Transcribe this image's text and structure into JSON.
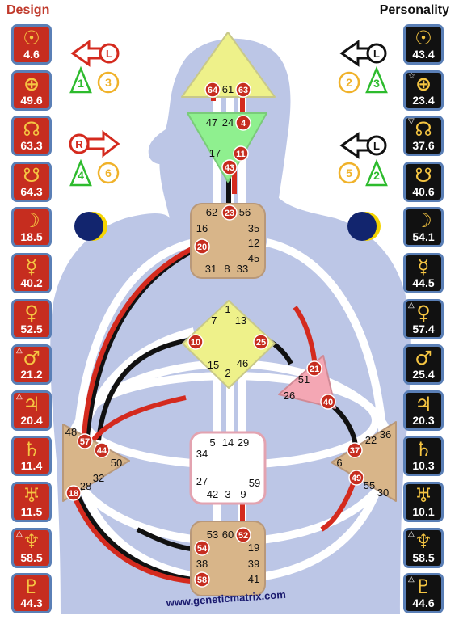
{
  "headers": {
    "design": "Design",
    "personality": "Personality"
  },
  "design_planets": [
    {
      "symbol": "☉",
      "value": "4.6",
      "mark": ""
    },
    {
      "symbol": "⊕",
      "value": "49.6",
      "mark": ""
    },
    {
      "symbol": "☊",
      "value": "63.3",
      "mark": ""
    },
    {
      "symbol": "☋",
      "value": "64.3",
      "mark": ""
    },
    {
      "symbol": "☽",
      "value": "18.5",
      "mark": ""
    },
    {
      "symbol": "☿",
      "value": "40.2",
      "mark": ""
    },
    {
      "symbol": "♀",
      "value": "52.5",
      "mark": ""
    },
    {
      "symbol": "♂",
      "value": "21.2",
      "mark": "△"
    },
    {
      "symbol": "♃",
      "value": "20.4",
      "mark": "△"
    },
    {
      "symbol": "♄",
      "value": "11.4",
      "mark": ""
    },
    {
      "symbol": "♅",
      "value": "11.5",
      "mark": ""
    },
    {
      "symbol": "♆",
      "value": "58.5",
      "mark": "△"
    },
    {
      "symbol": "♇",
      "value": "44.3",
      "mark": ""
    }
  ],
  "personality_planets": [
    {
      "symbol": "☉",
      "value": "43.4",
      "mark": ""
    },
    {
      "symbol": "⊕",
      "value": "23.4",
      "mark": "☆"
    },
    {
      "symbol": "☊",
      "value": "37.6",
      "mark": "▽"
    },
    {
      "symbol": "☋",
      "value": "40.6",
      "mark": ""
    },
    {
      "symbol": "☽",
      "value": "54.1",
      "mark": ""
    },
    {
      "symbol": "☿",
      "value": "44.5",
      "mark": ""
    },
    {
      "symbol": "♀",
      "value": "57.4",
      "mark": "△"
    },
    {
      "symbol": "♂",
      "value": "25.4",
      "mark": ""
    },
    {
      "symbol": "♃",
      "value": "20.3",
      "mark": ""
    },
    {
      "symbol": "♄",
      "value": "10.3",
      "mark": ""
    },
    {
      "symbol": "♅",
      "value": "10.1",
      "mark": ""
    },
    {
      "symbol": "♆",
      "value": "58.5",
      "mark": "△"
    },
    {
      "symbol": "♇",
      "value": "44.6",
      "mark": "△"
    }
  ],
  "variables": {
    "design_top": {
      "letter": "L",
      "t1": "1",
      "t2": "3"
    },
    "design_bottom": {
      "letter": "R",
      "t1": "4",
      "t2": "6"
    },
    "pers_top": {
      "letter": "L",
      "t1": "2",
      "t2": "3"
    },
    "pers_bottom": {
      "letter": "L",
      "t1": "5",
      "t2": "2"
    }
  },
  "colors": {
    "design_red": "#d42a1e",
    "personality_black": "#111111",
    "body": "#bcc6e6",
    "channel_white": "#ffffff",
    "head": "#eef18a",
    "ajna": "#8ff08f",
    "tan": "#d8b589",
    "g": "#eef18a",
    "spleen": "#d8b589",
    "sacral": "#ffffff",
    "root": "#d8b589",
    "ego": "#f4a7b4",
    "solar": "#d8b589"
  },
  "centers": {
    "head": {
      "gates": [
        {
          "g": "64",
          "active": true
        },
        {
          "g": "61",
          "active": false
        },
        {
          "g": "63",
          "active": true
        }
      ]
    },
    "ajna": {
      "gates": [
        {
          "g": "47",
          "active": false
        },
        {
          "g": "24",
          "active": false
        },
        {
          "g": "4",
          "active": true
        },
        {
          "g": "17",
          "active": false
        },
        {
          "g": "11",
          "active": true
        },
        {
          "g": "43",
          "active": true
        }
      ]
    },
    "throat": {
      "gates": [
        {
          "g": "62",
          "active": false
        },
        {
          "g": "23",
          "active": true
        },
        {
          "g": "56",
          "active": false
        },
        {
          "g": "16",
          "active": false
        },
        {
          "g": "35",
          "active": false
        },
        {
          "g": "20",
          "active": true
        },
        {
          "g": "12",
          "active": false
        },
        {
          "g": "45",
          "active": false
        },
        {
          "g": "31",
          "active": false
        },
        {
          "g": "8",
          "active": false
        },
        {
          "g": "33",
          "active": false
        }
      ]
    },
    "g": {
      "gates": [
        {
          "g": "1",
          "active": false
        },
        {
          "g": "7",
          "active": false
        },
        {
          "g": "13",
          "active": false
        },
        {
          "g": "10",
          "active": true
        },
        {
          "g": "25",
          "active": true
        },
        {
          "g": "15",
          "active": false
        },
        {
          "g": "46",
          "active": false
        },
        {
          "g": "2",
          "active": false
        }
      ]
    },
    "ego": {
      "gates": [
        {
          "g": "21",
          "active": true
        },
        {
          "g": "51",
          "active": false
        },
        {
          "g": "26",
          "active": false
        },
        {
          "g": "40",
          "active": true
        }
      ]
    },
    "spleen": {
      "gates": [
        {
          "g": "48",
          "active": false
        },
        {
          "g": "57",
          "active": true
        },
        {
          "g": "44",
          "active": true
        },
        {
          "g": "50",
          "active": false
        },
        {
          "g": "32",
          "active": false
        },
        {
          "g": "28",
          "active": false
        },
        {
          "g": "18",
          "active": true
        }
      ]
    },
    "sacral": {
      "gates": [
        {
          "g": "5",
          "active": false
        },
        {
          "g": "14",
          "active": false
        },
        {
          "g": "29",
          "active": false
        },
        {
          "g": "34",
          "active": false
        },
        {
          "g": "27",
          "active": false
        },
        {
          "g": "59",
          "active": false
        },
        {
          "g": "42",
          "active": false
        },
        {
          "g": "3",
          "active": false
        },
        {
          "g": "9",
          "active": false
        }
      ]
    },
    "solar": {
      "gates": [
        {
          "g": "36",
          "active": false
        },
        {
          "g": "22",
          "active": false
        },
        {
          "g": "37",
          "active": true
        },
        {
          "g": "6",
          "active": false
        },
        {
          "g": "49",
          "active": true
        },
        {
          "g": "55",
          "active": false
        },
        {
          "g": "30",
          "active": false
        }
      ]
    },
    "root": {
      "gates": [
        {
          "g": "53",
          "active": false
        },
        {
          "g": "60",
          "active": false
        },
        {
          "g": "52",
          "active": true
        },
        {
          "g": "54",
          "active": true
        },
        {
          "g": "19",
          "active": false
        },
        {
          "g": "38",
          "active": false
        },
        {
          "g": "39",
          "active": false
        },
        {
          "g": "58",
          "active": true
        },
        {
          "g": "41",
          "active": false
        }
      ]
    }
  },
  "watermark": "www.geneticmatrix.com"
}
